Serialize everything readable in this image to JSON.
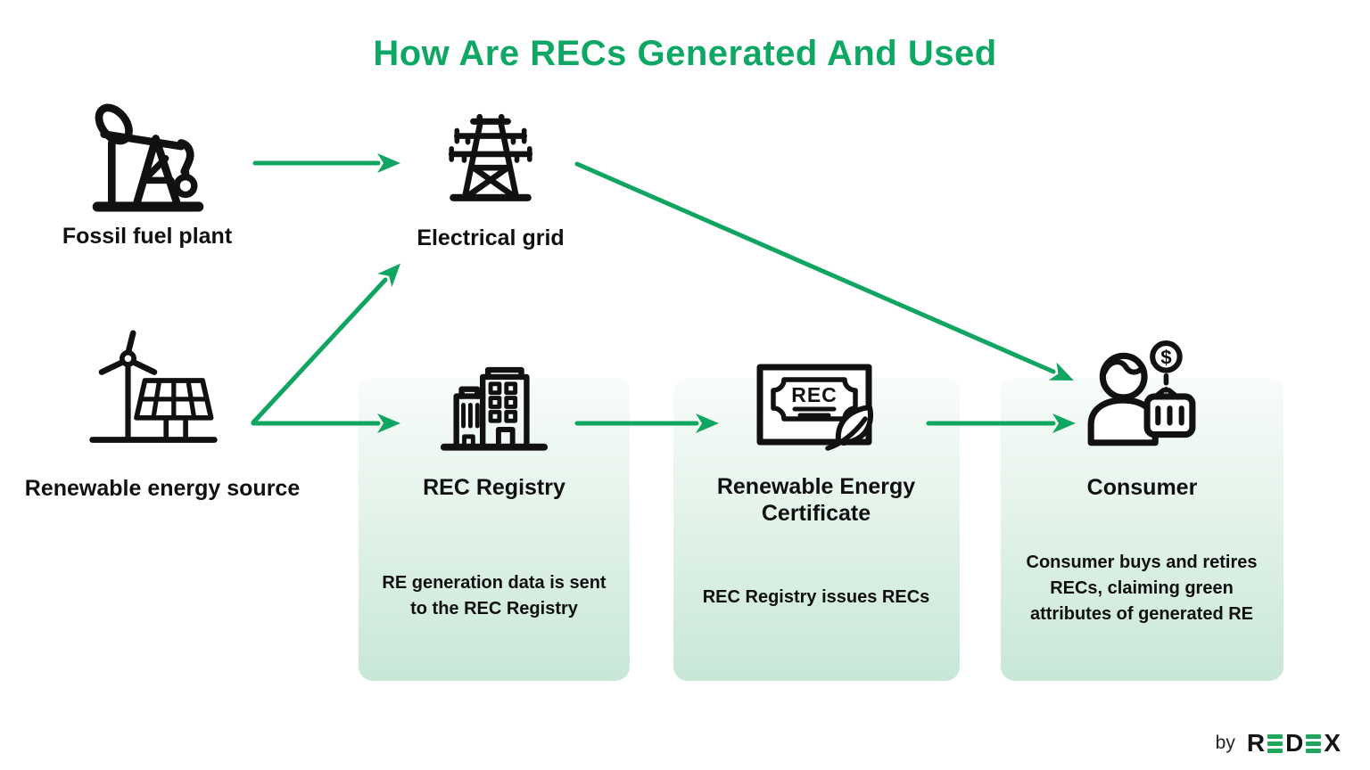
{
  "title": "How Are RECs Generated And Used",
  "colors": {
    "accent_green": "#0ea763",
    "arrow_green": "#10a662",
    "box_gradient_top": "#f9fcfa",
    "box_gradient_bottom": "#c8e7d7",
    "text_black": "#101010",
    "logo_green": "#1fa65a"
  },
  "nodes": {
    "fossil_fuel": {
      "label": "Fossil fuel plant",
      "icon": "oil-pump-jack-icon"
    },
    "electrical_grid": {
      "label": "Electrical grid",
      "icon": "transmission-tower-icon"
    },
    "renewable_source": {
      "label": "Renewable energy source",
      "icon": "wind-turbine-solar-panel-icon"
    },
    "rec_registry": {
      "label": "REC Registry",
      "description": "RE generation data is sent to the REC Registry",
      "icon": "office-buildings-icon"
    },
    "certificate": {
      "label": "Renewable Energy Certificate",
      "description": "REC Registry issues RECs",
      "badge_text": "REC",
      "icon": "certificate-leaf-icon"
    },
    "consumer": {
      "label": "Consumer",
      "description": "Consumer buys and retires RECs, claiming green attributes of generated RE",
      "coin_symbol": "$",
      "icon": "person-coin-basket-icon"
    }
  },
  "footer": {
    "by_label": "by",
    "brand_r": "R",
    "brand_d": "D",
    "brand_x": "X",
    "brand_name": "REDEX"
  }
}
